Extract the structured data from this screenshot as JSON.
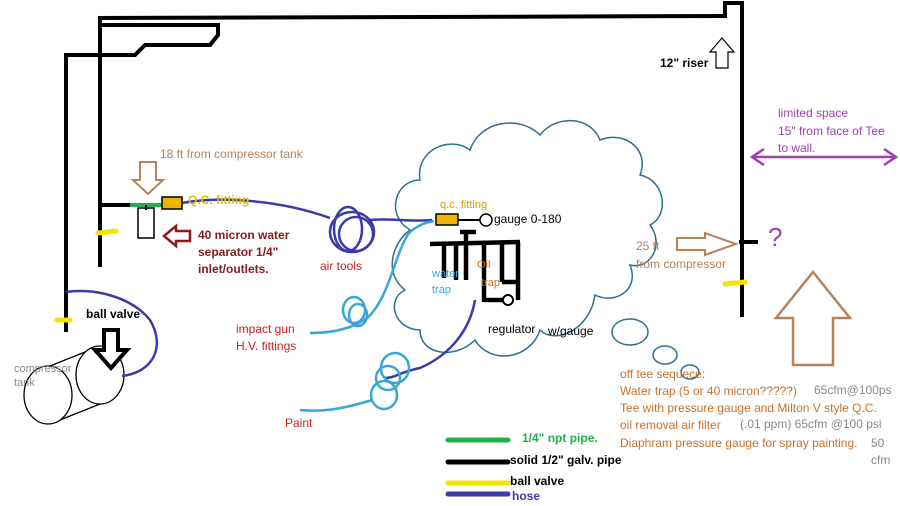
{
  "labels": {
    "riser": "12\" riser",
    "limited_space_1": "limited space",
    "limited_space_2": "15\" from face of Tee",
    "limited_space_3": "to wall.",
    "question": "?",
    "ft18": "18 ft from compressor tank",
    "qc_fitting_left": "Q.C. fitting",
    "sep_1": "40 micron water",
    "sep_2": "separator 1/4\"",
    "sep_3": "inlet/outlets.",
    "air_tools": "air tools",
    "qc_fitting_cloud": "q.c. fitting",
    "gauge": "gauge 0-180",
    "water_1": "water",
    "water_2": "trap",
    "oil_1": "Oil",
    "oil_2": "trap",
    "regulator": "regulator",
    "w_gauge": "w/gauge",
    "ft25_1": "25 ft",
    "ft25_2": "from compressor",
    "impact_1": "impact gun",
    "impact_2": "H.V. fittings",
    "ball_valve": "ball valve",
    "compressor_1": "compressor",
    "compressor_2": "tank",
    "paint": "Paint"
  },
  "sequence": {
    "l1": "off tee sequece:",
    "l2": "Water trap (5 or 40 micron?????)",
    "l3": "Tee with pressure gauge and Milton V style Q.C.",
    "l4": "oil removal air filter",
    "l5": "Diaphram pressure gauge for spray painting.",
    "cfm1": "65cfm@100ps",
    "cfm2": "(.01 ppm)  65cfm @100 psi",
    "cfm3a": "50",
    "cfm3b": "cfm"
  },
  "legend": {
    "npt": "1/4\" npt pipe.",
    "galv": "solid 1/2\" galv. pipe",
    "ball": "ball valve",
    "hose": "hose"
  },
  "colors": {
    "pipe": "#000000",
    "hose": "#3b3ba8",
    "hose_light": "#3aa6d8",
    "npt": "#22b04a",
    "ball_valve": "#f2e600",
    "tan": "#b5835a",
    "red": "#c8201f",
    "darkred": "#8b1a1a",
    "purple": "#a040b0",
    "orange": "#c8702a"
  }
}
